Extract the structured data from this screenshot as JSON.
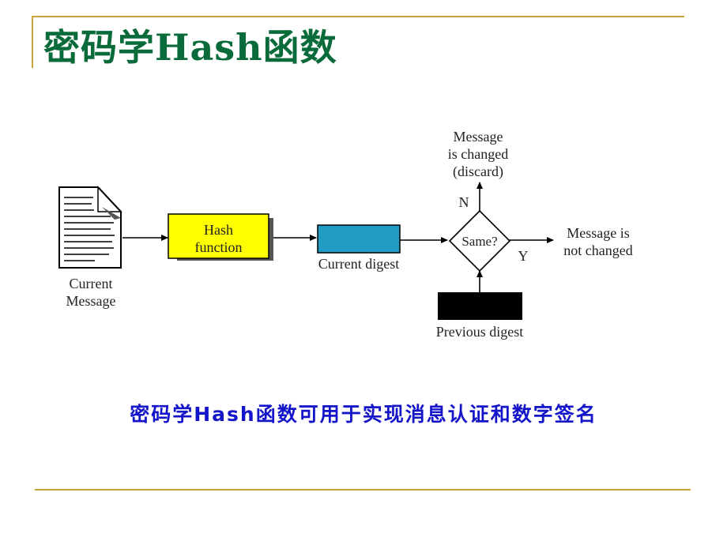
{
  "slide": {
    "title": "密码学Hash函数",
    "caption": "密码学Hash函数可用于实现消息认证和数字签名"
  },
  "diagram": {
    "current_message": [
      "Current",
      "Message"
    ],
    "hash_function": [
      "Hash",
      "function"
    ],
    "current_digest": "Current digest",
    "decision": "Same?",
    "no_label": "N",
    "yes_label": "Y",
    "changed": [
      "Message",
      "is changed",
      "(discard)"
    ],
    "not_changed": [
      "Message is",
      "not changed"
    ],
    "previous_digest": "Previous digest"
  },
  "colors": {
    "title": "#0a6b3a",
    "caption": "#1414c8",
    "hash_box": "#ffff00",
    "current_digest_box": "#1f9bc4",
    "previous_digest_box": "#000000",
    "rules": "#c8a23a"
  }
}
